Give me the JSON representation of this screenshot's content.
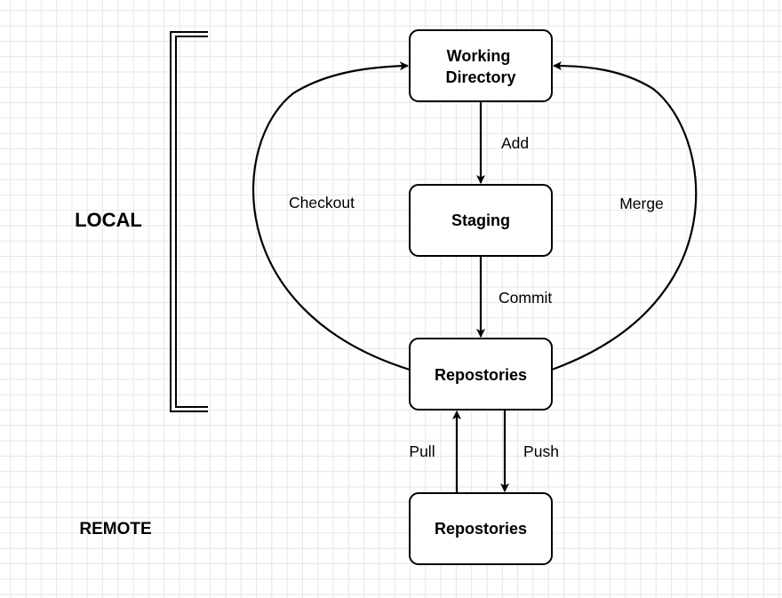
{
  "regions": {
    "local": "LOCAL",
    "remote": "REMOTE"
  },
  "nodes": {
    "working_directory": [
      "Working",
      "Directory"
    ],
    "staging": "Staging",
    "local_repositories": "Repostories",
    "remote_repositories": "Repostories"
  },
  "edges": {
    "add": "Add",
    "commit": "Commit",
    "checkout": "Checkout",
    "merge": "Merge",
    "pull": "Pull",
    "push": "Push"
  },
  "colors": {
    "stroke": "#000000",
    "node_fill": "#ffffff",
    "grid": "#e6e6e6"
  }
}
